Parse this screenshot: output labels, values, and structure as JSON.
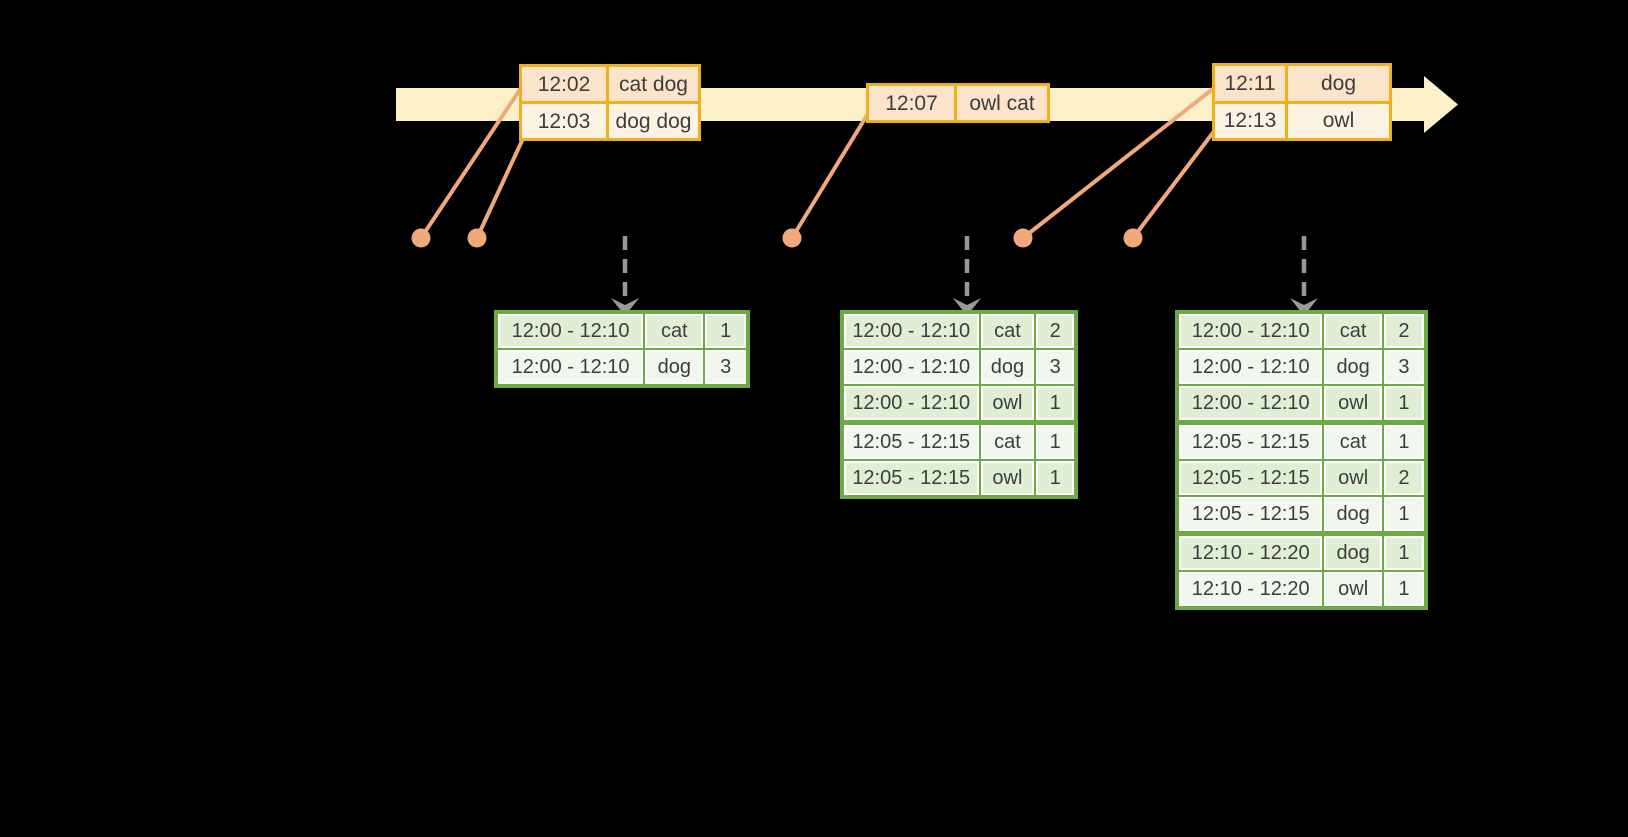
{
  "diagram": {
    "timeline": {
      "event_batches": [
        {
          "rows": [
            {
              "time": "12:02",
              "words": "cat dog"
            },
            {
              "time": "12:03",
              "words": "dog dog"
            }
          ]
        },
        {
          "rows": [
            {
              "time": "12:07",
              "words": "owl cat"
            }
          ]
        },
        {
          "rows": [
            {
              "time": "12:11",
              "words": "dog"
            },
            {
              "time": "12:13",
              "words": "owl"
            }
          ]
        }
      ]
    },
    "result_tables": [
      {
        "rows": [
          {
            "window": "12:00 - 12:10",
            "word": "cat",
            "count": "1"
          },
          {
            "window": "12:00 - 12:10",
            "word": "dog",
            "count": "3"
          }
        ],
        "group_break_before_rows": []
      },
      {
        "rows": [
          {
            "window": "12:00 - 12:10",
            "word": "cat",
            "count": "2"
          },
          {
            "window": "12:00 - 12:10",
            "word": "dog",
            "count": "3"
          },
          {
            "window": "12:00 - 12:10",
            "word": "owl",
            "count": "1"
          },
          {
            "window": "12:05 - 12:15",
            "word": "cat",
            "count": "1"
          },
          {
            "window": "12:05 - 12:15",
            "word": "owl",
            "count": "1"
          }
        ],
        "group_break_before_rows": [
          3
        ]
      },
      {
        "rows": [
          {
            "window": "12:00 - 12:10",
            "word": "cat",
            "count": "2"
          },
          {
            "window": "12:00 - 12:10",
            "word": "dog",
            "count": "3"
          },
          {
            "window": "12:00 - 12:10",
            "word": "owl",
            "count": "1"
          },
          {
            "window": "12:05 - 12:15",
            "word": "cat",
            "count": "1"
          },
          {
            "window": "12:05 - 12:15",
            "word": "owl",
            "count": "2"
          },
          {
            "window": "12:05 - 12:15",
            "word": "dog",
            "count": "1"
          },
          {
            "window": "12:10 - 12:20",
            "word": "dog",
            "count": "1"
          },
          {
            "window": "12:10 - 12:20",
            "word": "owl",
            "count": "1"
          }
        ],
        "group_break_before_rows": [
          3,
          6
        ]
      }
    ]
  },
  "colors": {
    "background": "#000000",
    "timeline_fill": "#fcf0c8",
    "event_box_border": "#edb11f",
    "event_cell_fill_dark": "#fbe4c9",
    "event_cell_fill_light": "#fdf3e3",
    "connector_orange": "#efa97c",
    "result_table_border": "#6caa45",
    "result_cell_fill_dark": "#e1eed6",
    "result_cell_fill_light": "#f1f7ec",
    "trigger_arrow_gray": "#989898",
    "text": "#3d3d3d"
  }
}
